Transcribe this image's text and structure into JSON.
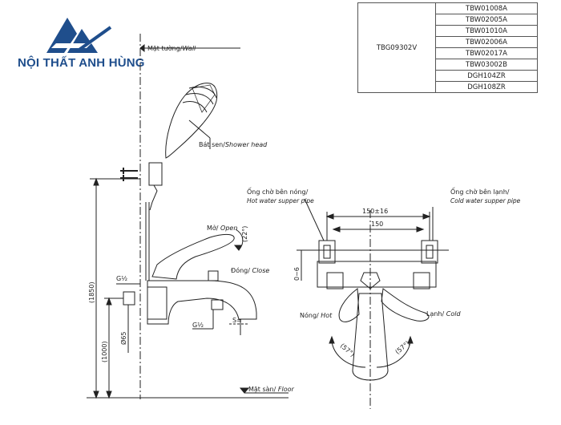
{
  "brand": {
    "name": "NỘI THẤT ANH HÙNG",
    "logo_icon": "double-a-mountain-logo-icon",
    "color": "#1f4e8c"
  },
  "model_table": {
    "group": "TBG09302V",
    "codes": [
      "TBW01008A",
      "TBW02005A",
      "TBW01010A",
      "TBW02006A",
      "TBW02017A",
      "TBW03002B",
      "DGH104ZR",
      "DGH108ZR"
    ]
  },
  "labels": {
    "wall": "Mặt tường/",
    "wall_en": "Wall",
    "shower_head": "Bát sen/",
    "shower_head_en": "Shower head",
    "open": "Mở/ ",
    "open_en": "Open",
    "close": "Đóng/ ",
    "close_en": "Close",
    "angle_22": "(22°)",
    "g12_top": "G½",
    "g12_bottom": "G½",
    "s_eq": "S=",
    "floor": "Mặt sàn/ ",
    "floor_en": "Floor",
    "hot_pipe": "Ống chờ bên nóng/",
    "hot_pipe_en": "Hot water supper pipe",
    "cold_pipe": "Ống chờ bên lạnh/",
    "cold_pipe_en": "Cold water supper pipe",
    "dim_150_16": "150±16",
    "dim_150": "150",
    "dim_0_6": "0~6",
    "hot": "Nóng/ ",
    "hot_en": "Hot",
    "cold": "Lạnh/ ",
    "cold_en": "Cold",
    "angle_57_left": "(57°)",
    "angle_57_right": "(57°)",
    "dim_1850": "(1850)",
    "dim_1000": "(1000)",
    "dim_65": "Ø65"
  },
  "colors": {
    "line": "#222222",
    "accent": "#1f4e8c"
  }
}
